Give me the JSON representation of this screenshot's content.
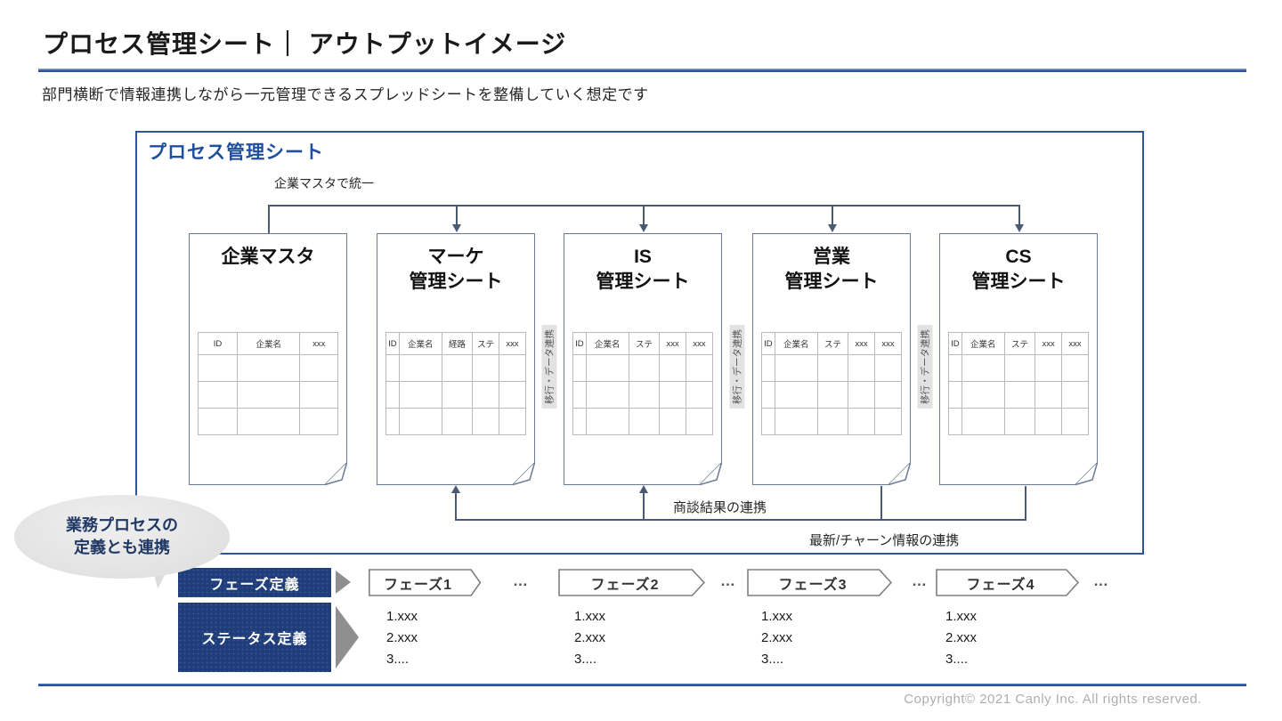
{
  "slide": {
    "title": "プロセス管理シート｜ アウトプットイメージ",
    "subtitle": "部門横断で情報連携しながら一元管理できるスプレッドシートを整備していく想定です",
    "copyright": "Copyright© 2021 Canly Inc. All rights reserved."
  },
  "colors": {
    "accent_blue": "#2F5597",
    "heading_blue": "#1F4E9C",
    "navy_box": "#1F3D7A",
    "connector_line": "#4A5A74",
    "gray_arrow": "#8F8F8F",
    "callout_gray": "#E2E2E2"
  },
  "diagram": {
    "container_title": "プロセス管理シート",
    "top_label": "企業マスタで統一",
    "vertical_link_label": "移行・データ連携",
    "documents": [
      {
        "title": "企業マスタ",
        "subtitle": "",
        "headers": [
          "ID",
          "企業名",
          "xxx"
        ]
      },
      {
        "title": "マーケ",
        "subtitle": "管理シート",
        "headers": [
          "ID",
          "企業名",
          "経路",
          "ステ",
          "xxx"
        ]
      },
      {
        "title": "IS",
        "subtitle": "管理シート",
        "headers": [
          "ID",
          "企業名",
          "ステ",
          "xxx",
          "xxx"
        ]
      },
      {
        "title": "営業",
        "subtitle": "管理シート",
        "headers": [
          "ID",
          "企業名",
          "ステ",
          "xxx",
          "xxx"
        ]
      },
      {
        "title": "CS",
        "subtitle": "管理シート",
        "headers": [
          "ID",
          "企業名",
          "ステ",
          "xxx",
          "xxx"
        ]
      }
    ],
    "feedback": {
      "deal_results_label": "商談結果の連携",
      "churn_info_label": "最新/チャーン情報の連携"
    },
    "callout": {
      "line1": "業務プロセスの",
      "line2": "定義とも連携"
    }
  },
  "definitions": {
    "phase_label": "フェーズ定義",
    "status_label": "ステータス定義",
    "ellipsis": "…",
    "phases": [
      {
        "name": "フェーズ1",
        "statuses": [
          "1.xxx",
          "2.xxx",
          "3...."
        ]
      },
      {
        "name": "フェーズ2",
        "statuses": [
          "1.xxx",
          "2.xxx",
          "3...."
        ]
      },
      {
        "name": "フェーズ3",
        "statuses": [
          "1.xxx",
          "2.xxx",
          "3...."
        ]
      },
      {
        "name": "フェーズ4",
        "statuses": [
          "1.xxx",
          "2.xxx",
          "3...."
        ]
      }
    ]
  }
}
